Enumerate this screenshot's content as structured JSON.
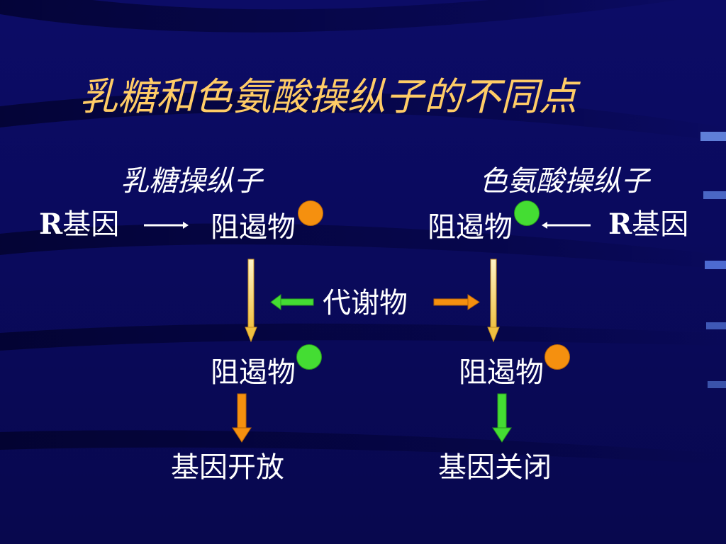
{
  "title": "乳糖和色氨酸操纵子的不同点",
  "left": {
    "heading": "乳糖操纵子",
    "r_letter": "R",
    "r_gene": "基因",
    "repressor_top": "阻遏物",
    "repressor_bottom": "阻遏物",
    "outcome": "基因开放"
  },
  "right": {
    "heading": "色氨酸操纵子",
    "r_letter": "R",
    "r_gene": "基因",
    "repressor_top": "阻遏物",
    "repressor_bottom": "阻遏物",
    "outcome": "基因关闭"
  },
  "metabolite": "代谢物",
  "colors": {
    "background": "#0a0a5c",
    "title": "#ffcc66",
    "text": "#ffffff",
    "orange": "#f5900f",
    "green": "#44dd33",
    "connector": "#f0d060"
  }
}
